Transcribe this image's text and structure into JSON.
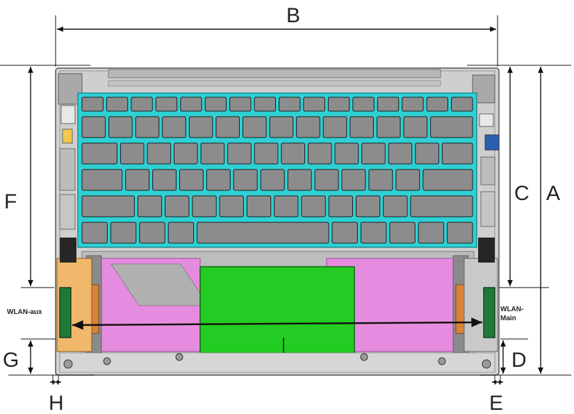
{
  "dimensions": {
    "a": "A",
    "b": "B",
    "c": "C",
    "d": "D",
    "e": "E",
    "f": "F",
    "g": "G",
    "h": "H"
  },
  "antennas": {
    "aux": "WLAN-aux",
    "main_line1": "WLAN-",
    "main_line2": "Main"
  },
  "colors": {
    "keyboard_plate": "#2fd0d4",
    "keycap": "#8c8c8c",
    "palmrest": "#e68ce0",
    "touchpad": "#22cc22",
    "chassis": "#c8c8c8",
    "antenna_module": "#1f7a3a",
    "battery_bracket": "#f0b86a",
    "outline": "#333333"
  }
}
